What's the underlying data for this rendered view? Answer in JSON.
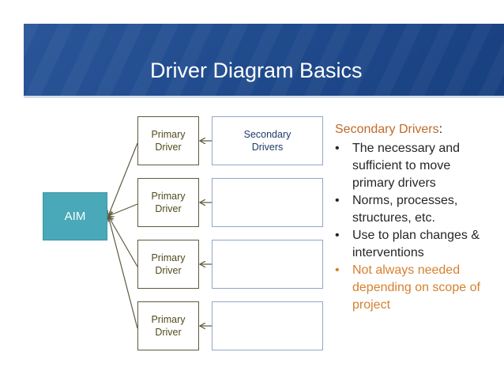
{
  "title": "Driver Diagram Basics",
  "aim": "AIM",
  "primary_drivers": [
    "Primary Driver",
    "Primary Driver",
    "Primary Driver",
    "Primary Driver"
  ],
  "secondary_drivers": [
    "Secondary Drivers",
    "",
    "",
    ""
  ],
  "panel": {
    "heading": "Secondary Drivers",
    "heading_suffix": ":",
    "bullets": [
      "The necessary and sufficient to move primary drivers",
      "Norms, processes, structures, etc.",
      "Use to plan changes & interventions",
      "Not always needed depending on scope of project"
    ]
  },
  "colors": {
    "banner": "#1f4a8c",
    "aim_fill": "#49a9b8",
    "primary_text": "#514b1d",
    "secondary_border": "#8fa8c8",
    "panel_heading": "#c16a2a",
    "highlight_bullet": "#d6802e",
    "arrow": "#5e5a3c"
  }
}
